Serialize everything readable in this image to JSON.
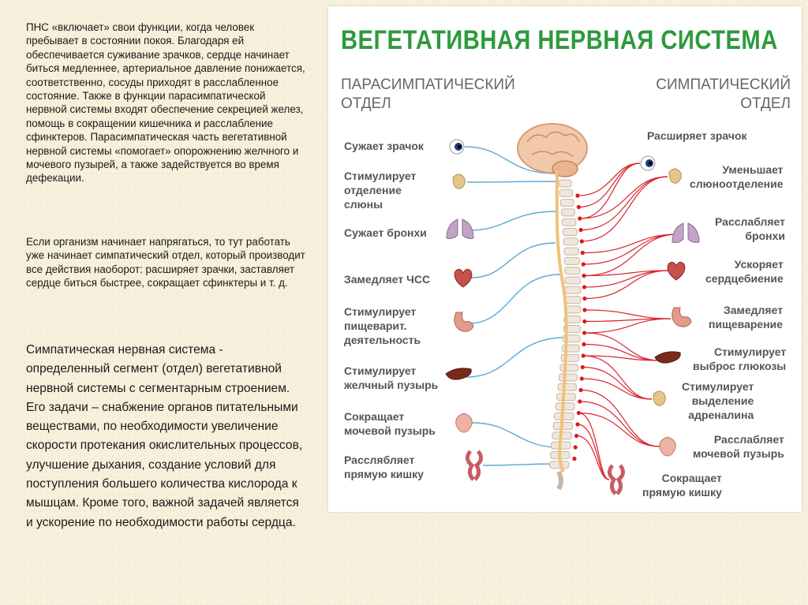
{
  "left_text": {
    "para1": "ПНС «включает» свои функции, когда человек пребывает в состоянии покоя. Благодаря ей обеспечивается суживание зрачков, сердце начинает биться медленнее, артериальное давление понижается, соответственно, сосуды приходят в расслабленное состояние. Также в функции парасимпатической нервной системы входят обеспечение секрецией желез, помощь в сокращении кишечника и расслабление сфинктеров. Парасимпатическая часть вегетативной нервной системы «помогает» опорожнению желчного и мочевого пузырей, а также задействуется во время дефекации.",
    "para2": "Если организм начинает напрягаться, то тут работать уже начинает симпатический отдел, который производит все действия наоборот: расширяет зрачки, заставляет сердце биться быстрее, сокращает сфинктеры и т. д.",
    "para3": "Симпатическая нервная система - определенный сегмент (отдел) вегетативной нервной системы с сегментарным строением. Его задачи – снабжение органов питательными веществами, по необходимости увеличение скорости протекания окислительных процессов, улучшение дыхания, создание условий для поступления большего количества кислорода к мышцам. Кроме того, важной задачей является и ускорение по необходимости работы сердца."
  },
  "diagram": {
    "title": "ВЕГЕТАТИВНАЯ НЕРВНАЯ СИСТЕМА",
    "parasympathetic_heading": [
      "ПАРАСИМПАТИЧЕСКИЙ",
      "ОТДЕЛ"
    ],
    "sympathetic_heading": [
      "СИМПАТИЧЕСКИЙ",
      "ОТДЕЛ"
    ],
    "parasympathetic_labels": [
      [
        "Сужает зрачок"
      ],
      [
        "Стимулирует",
        "отделение",
        "слюны"
      ],
      [
        "Сужает бронхи"
      ],
      [
        "Замедляет ЧСС"
      ],
      [
        "Стимулирует",
        "пищеварит.",
        "деятельность"
      ],
      [
        "Стимулирует",
        "желчный пузырь"
      ],
      [
        "Сокращает",
        "мочевой пузырь"
      ],
      [
        "Расслябляет",
        "прямую кишку"
      ]
    ],
    "sympathetic_labels": [
      [
        "Расширяет зрачок"
      ],
      [
        "Уменьшает",
        "слюноотделение"
      ],
      [
        "Расслабляет",
        "бронхи"
      ],
      [
        "Ускоряет",
        "сердцебиение"
      ],
      [
        "Замедляет",
        "пищеварение"
      ],
      [
        "Стимулирует",
        "выброс глюкозы"
      ],
      [
        "Стимулирует",
        "выделение",
        "адреналина"
      ],
      [
        "Расслабляет",
        "мочевой пузырь"
      ],
      [
        "Сокращает",
        "прямую кишку"
      ]
    ],
    "colors": {
      "title": "#2e9a3c",
      "parasympathetic_nerve": "#5aa9d8",
      "sympathetic_nerve": "#d8242d",
      "ganglion": "#e01818",
      "spinal_cord": "#f0c27a",
      "brain": "#f2c9a8"
    }
  }
}
